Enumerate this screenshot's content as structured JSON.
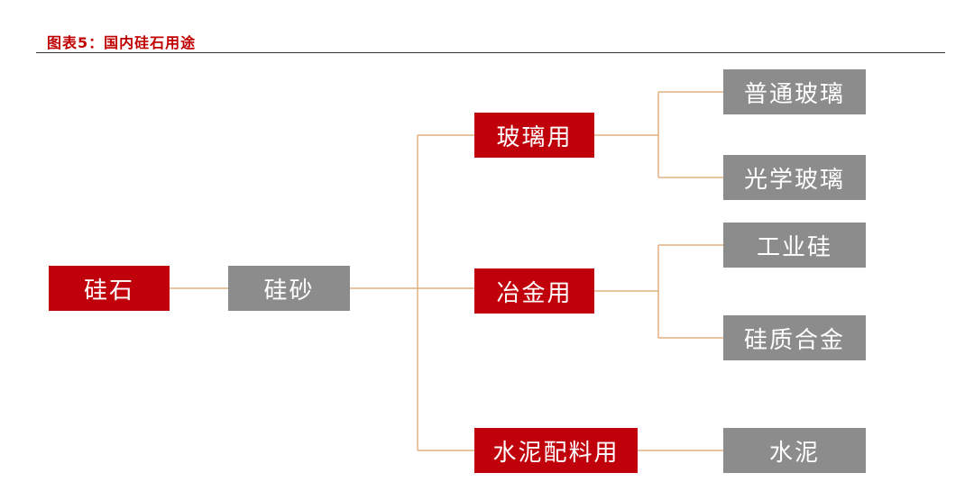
{
  "header": {
    "title": "图表5：国内硅石用途"
  },
  "colors": {
    "primary_red": "#c0000b",
    "secondary_gray": "#8c8c8c",
    "connector": "#e0b080",
    "title_red": "#c00000"
  },
  "nodes": {
    "root": "硅石",
    "sand": "硅砂",
    "glass_use": "玻璃用",
    "metallurgy_use": "冶金用",
    "cement_use": "水泥配料用",
    "ordinary_glass": "普通玻璃",
    "optical_glass": "光学玻璃",
    "industrial_silicon": "工业硅",
    "silicon_alloy": "硅质合金",
    "cement": "水泥"
  }
}
